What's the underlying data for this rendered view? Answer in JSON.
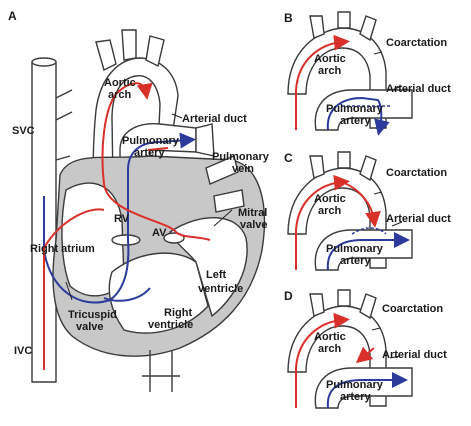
{
  "panels": {
    "a": "A",
    "b": "B",
    "c": "C",
    "d": "D"
  },
  "labels_a": {
    "svc": "SVC",
    "ivc": "IVC",
    "aortic_arch": [
      "Aortic",
      "arch"
    ],
    "arterial_duct": "Arterial duct",
    "pulmonary_artery": [
      "Pulmonary",
      "artery"
    ],
    "pulmonary_vein": [
      "Pulmonary",
      "vein"
    ],
    "mitral_valve": [
      "Mitral",
      "valve"
    ],
    "rv": "RV",
    "av": "AV",
    "right_atrium": "Right atrium",
    "left_ventricle": [
      "Left",
      "ventricle"
    ],
    "right_ventricle": [
      "Right",
      "ventricle"
    ],
    "tricuspid_valve": [
      "Tricuspid",
      "valve"
    ]
  },
  "labels_bcd": {
    "aortic_arch": [
      "Aortic",
      "arch"
    ],
    "coarctation": "Coarctation",
    "arterial_duct": "Arterial duct",
    "pulmonary_artery": [
      "Pulmonary",
      "artery"
    ]
  },
  "colors": {
    "oxygenated": "#d9302a",
    "deoxygenated": "#2b3a9b",
    "wall": "#c8c8c8",
    "outline": "#3a3a3a"
  }
}
